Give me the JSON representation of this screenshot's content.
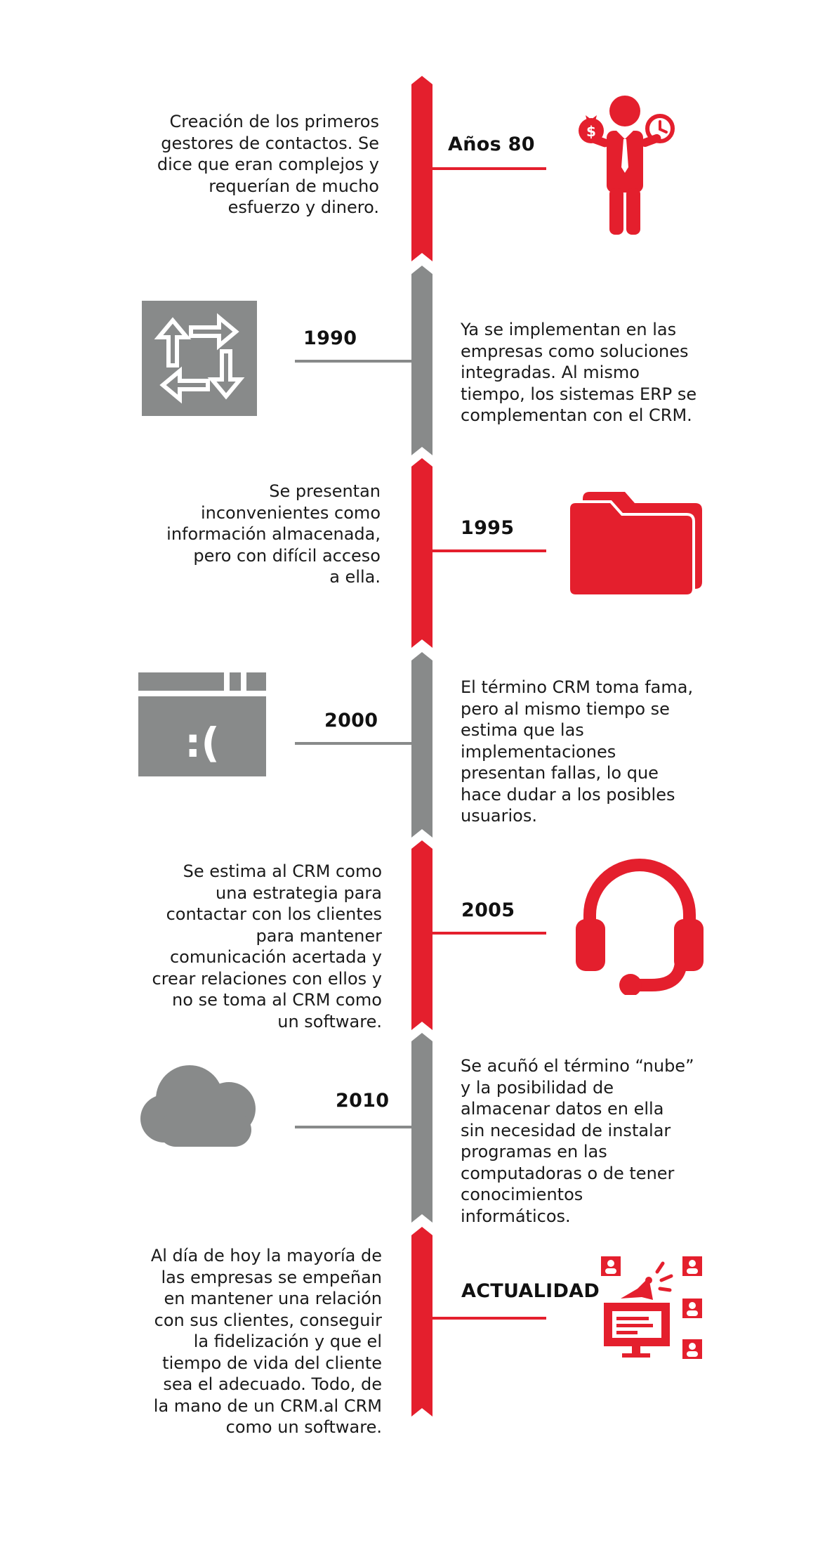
{
  "colors": {
    "red": "#e41f2d",
    "gray": "#888a8a",
    "text": "#1a1a1a"
  },
  "entries": [
    {
      "period": "Años 80",
      "color": "red",
      "icon": "businessman-money-time-icon",
      "text": "Creación de los primeros\ngestores de contactos. Se\ndice que eran complejos y\nrequerían de mucho\nesfuerzo y dinero."
    },
    {
      "period": "1990",
      "color": "gray",
      "icon": "integration-arrows-icon",
      "text": "Ya se implementan en las\nempresas como soluciones\nintegradas. Al mismo\ntiempo, los sistemas ERP se\ncomplementan con el CRM."
    },
    {
      "period": "1995",
      "color": "red",
      "icon": "folder-icon",
      "text": "Se presentan\ninconvenientes como\ninformación almacenada,\npero con difícil acceso\na ella."
    },
    {
      "period": "2000",
      "color": "gray",
      "icon": "error-window-icon",
      "text": "El término CRM toma fama,\npero al mismo tiempo se\nestima que las\nimplementaciones\npresentan fallas, lo que\nhace dudar a los posibles\nusuarios."
    },
    {
      "period": "2005",
      "color": "red",
      "icon": "headset-icon",
      "text": "Se estima al CRM como\nuna estrategia para\ncontactar con los clientes\npara mantener\ncomunicación acertada y\ncrear relaciones con ellos y\nno se toma al CRM como\nun software."
    },
    {
      "period": "2010",
      "color": "gray",
      "icon": "cloud-icon",
      "text": "Se acuñó el término “nube”\ny la posibilidad de\nalmacenar datos en ella\nsin necesidad de instalar\nprogramas en las\ncomputadoras o de tener\nconocimientos\ninformáticos."
    },
    {
      "period": "ACTUALIDAD",
      "color": "red",
      "icon": "marketing-users-icon",
      "text": "Al día de hoy la mayoría de\nlas empresas se empeñan\nen mantener una relación\ncon sus clientes, conseguir\nla fidelización y que el\ntiempo de vida del cliente\nsea el adecuado. Todo, de\nla mano de un CRM.al CRM\ncomo un software."
    }
  ]
}
